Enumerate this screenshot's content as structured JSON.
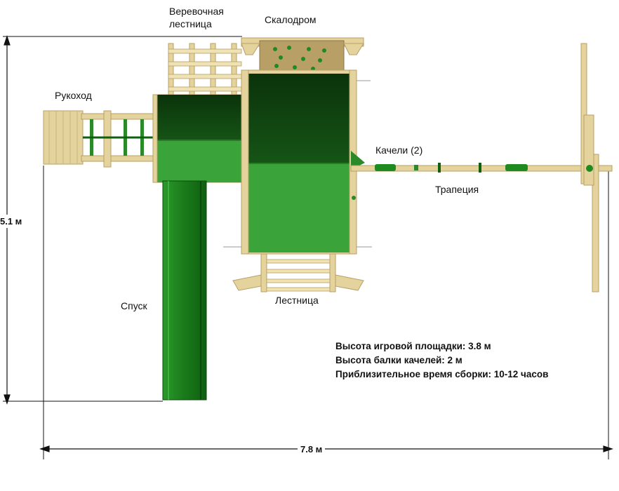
{
  "labels": {
    "rope_ladder_line1": "Веревочная",
    "rope_ladder_line2": "лестница",
    "climbing_wall": "Скалодром",
    "monkey_bars": "Рукоход",
    "swings": "Качели (2)",
    "trapeze": "Трапеция",
    "slide": "Спуск",
    "ladder": "Лестница"
  },
  "dimensions": {
    "height": "5.1 м",
    "width": "7.8 м"
  },
  "specs": [
    "Высота игровой площадки:  3.8 м",
    "Высота балки качелей: 2 м",
    "Приблизительное время сборки: 10-12 часов"
  ],
  "colors": {
    "wood": "#e4d39c",
    "wood_dark": "#b89f66",
    "roof_dark": "#0e3d0e",
    "platform_green": "#3aa33a",
    "slide_green": "#1f8a1f"
  }
}
